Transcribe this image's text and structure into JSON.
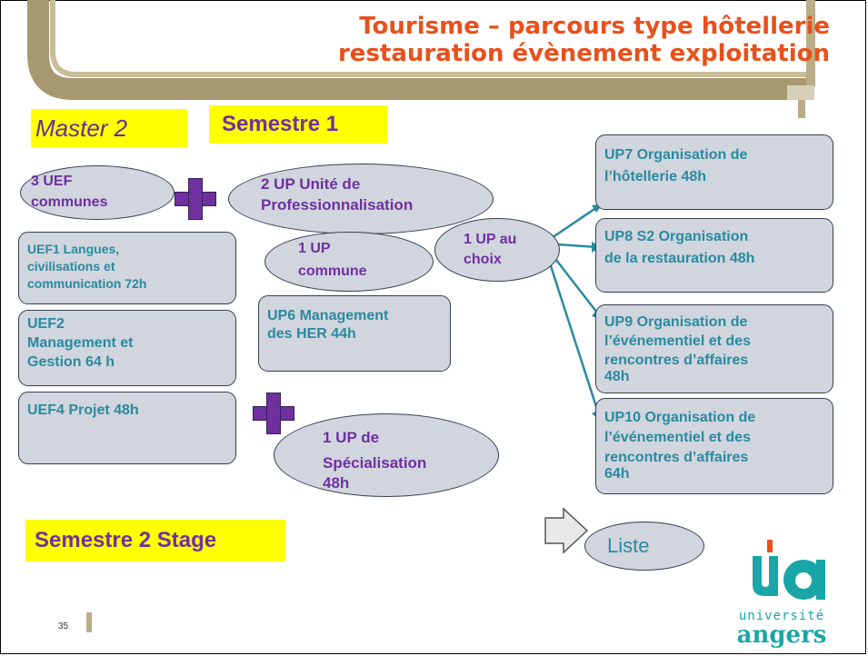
{
  "title": {
    "line1": "Tourisme – parcours type hôtellerie",
    "line2": "restauration évènement exploitation"
  },
  "labels": {
    "master": "Master 2",
    "semestre1": "Semestre 1",
    "semestre2": "Semestre 2 Stage"
  },
  "ovals": {
    "uef_communes": {
      "line1": "3 UEF",
      "line2": "communes"
    },
    "up_prof": {
      "line1": "2 UP Unité de",
      "line2": "Professionnalisation"
    },
    "up_commune": {
      "line1": "1 UP",
      "line2": "commune"
    },
    "up_choix": {
      "line1": "1 UP au",
      "line2": "choix"
    },
    "up_spec": {
      "line1": "1 UP de",
      "line2": "Spécialisation",
      "line3": "48h"
    },
    "liste": "Liste"
  },
  "boxes": {
    "uef1": {
      "line1": "UEF1 Langues,",
      "line2": "civilisations et",
      "line3": "communication 72h"
    },
    "uef2": {
      "line1": "UEF2",
      "line2": "Management et",
      "line3": "Gestion 64 h"
    },
    "uef4": {
      "line1": "UEF4 Projet 48h"
    },
    "up6": {
      "line1": "UP6 Management",
      "line2": "des HER 44h"
    },
    "up7": {
      "line1": "UP7 Organisation de",
      "line2": "l’hôtellerie 48h"
    },
    "up8": {
      "line1": "UP8 S2 Organisation",
      "line2": "de la restauration 48h"
    },
    "up9": {
      "line1": "UP9 Organisation de",
      "line2": "l’événementiel et des",
      "line3": "rencontres d’affaires",
      "line4": "48h"
    },
    "up10": {
      "line1": "UP10 Organisation de",
      "line2": "l’événementiel et des",
      "line3": "rencontres d’affaires",
      "line4": "64h"
    }
  },
  "page_number": "35",
  "logo": {
    "line1": "université",
    "line2": "angers"
  },
  "colors": {
    "title": "#e8501c",
    "purple": "#7030a0",
    "teal": "#2a8aa0",
    "highlight": "#ffff00",
    "box_fill": "#d0d5de",
    "frame": "#a89870"
  }
}
